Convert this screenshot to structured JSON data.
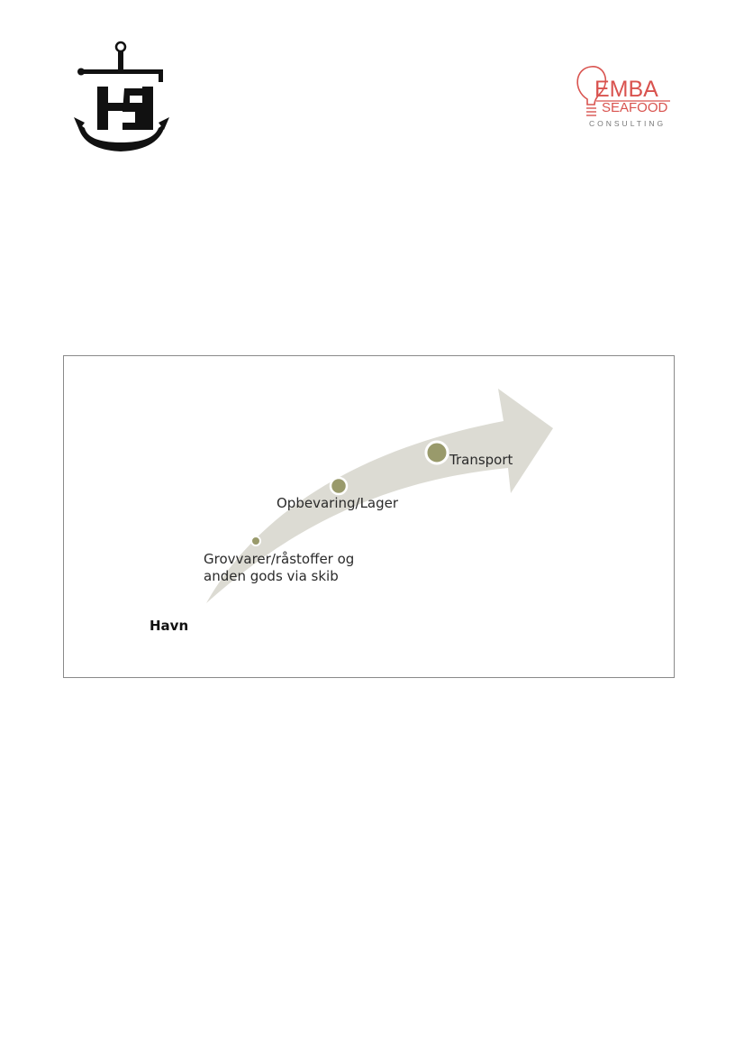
{
  "logos": {
    "left_icon": "anchor-hs-logo-icon",
    "right": {
      "line1": "EMBA",
      "line2": "SEAFOOD",
      "line3": "CONSULTING",
      "accent_color": "#d9534f",
      "icon": "lightbulb-icon"
    }
  },
  "diagram": {
    "base_label": "Havn",
    "steps": [
      {
        "label": "Grovvarer/råstoffer og\nanden gods via skib"
      },
      {
        "label": "Opbevaring/Lager"
      },
      {
        "label": "Transport"
      }
    ],
    "arrow_color": "#dcdbd3",
    "dot_color": "#999a6b"
  }
}
